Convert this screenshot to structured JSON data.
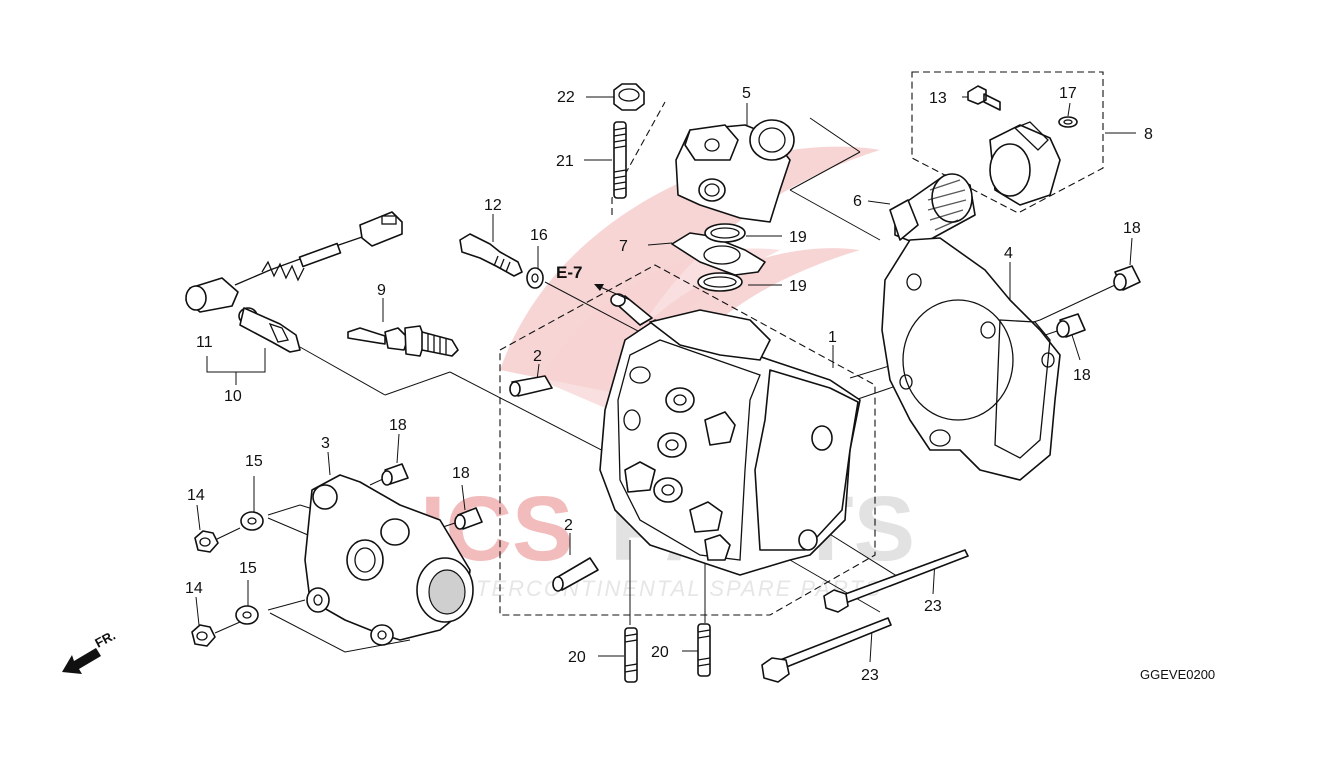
{
  "diagram_code": "GGEVE0200",
  "reference_label": "E-7",
  "front_label": "FR.",
  "watermark": {
    "brand_left": "ICS",
    "brand_right": "PARTS",
    "tagline": "INTERCONTINENTAL SPARE PARTS"
  },
  "callouts": {
    "c1": "1",
    "c2a": "2",
    "c2b": "2",
    "c3": "3",
    "c4": "4",
    "c5": "5",
    "c6": "6",
    "c7": "7",
    "c8": "8",
    "c9": "9",
    "c10": "10",
    "c11": "11",
    "c12": "12",
    "c13": "13",
    "c14a": "14",
    "c14b": "14",
    "c15a": "15",
    "c15b": "15",
    "c16": "16",
    "c17": "17",
    "c18a": "18",
    "c18b": "18",
    "c18c": "18",
    "c18d": "18",
    "c19a": "19",
    "c19b": "19",
    "c20a": "20",
    "c20b": "20",
    "c21": "21",
    "c22": "22",
    "c23a": "23",
    "c23b": "23"
  },
  "colors": {
    "line": "#111111",
    "watermark_red": "#f4c3c3",
    "watermark_grey": "#e2e2e2"
  },
  "icons": {
    "front_arrow": "arrow-down-left-icon"
  }
}
